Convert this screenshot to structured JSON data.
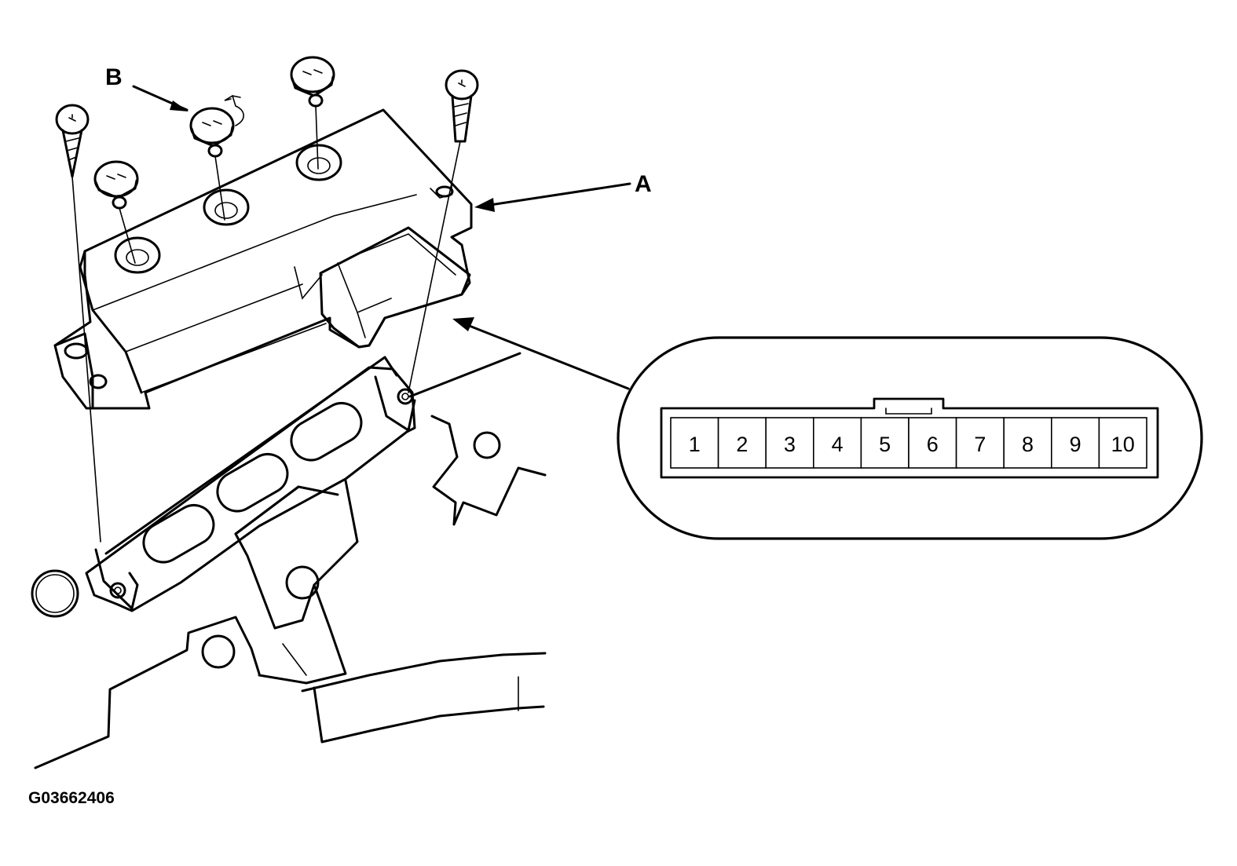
{
  "callouts": {
    "a": "A",
    "b": "B"
  },
  "figure_code": "G03662406",
  "connector": {
    "pins": [
      "1",
      "2",
      "3",
      "4",
      "5",
      "6",
      "7",
      "8",
      "9",
      "10"
    ]
  }
}
